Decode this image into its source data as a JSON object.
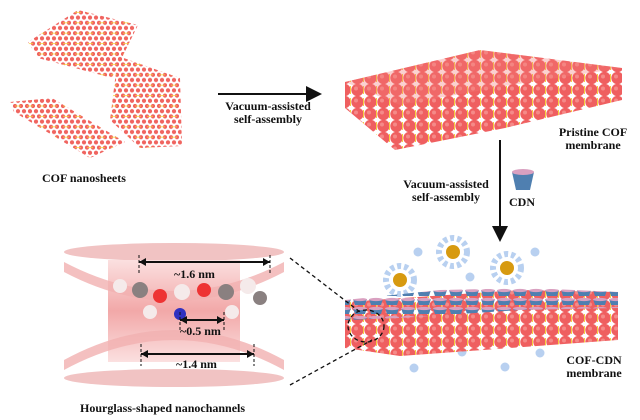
{
  "labels": {
    "cof_nanosheets": "COF nanosheets",
    "arrow1_line1": "Vacuum-assisted",
    "arrow1_line2": "self-assembly",
    "pristine_line1": "Pristine COF",
    "pristine_line2": "membrane",
    "arrow2_line1": "Vacuum-assisted",
    "arrow2_line2": "self-assembly",
    "cdn": "CDN",
    "cofcdn_line1": "COF-CDN",
    "cofcdn_line2": "membrane",
    "hourglass": "Hourglass-shaped nanochannels"
  },
  "dimensions": {
    "top": "~1.6 nm",
    "middle": "~0.5 nm",
    "bottom": "~1.4 nm"
  },
  "colors": {
    "cof_red": "#f0645f",
    "linker_yellow": "#f5d040",
    "cdn_blue": "#4f7fb0",
    "cdn_pink": "#e8a0b8",
    "ion_gold": "#d79a10",
    "water_blue": "#b8d0f0",
    "channel_pink": "#f4b8b8"
  }
}
